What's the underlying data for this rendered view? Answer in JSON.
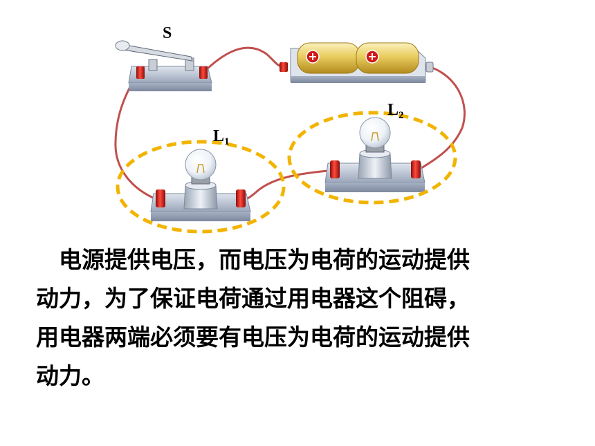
{
  "labels": {
    "switch": "S",
    "lamp1": "L",
    "lamp1_sub": "1",
    "lamp2": "L",
    "lamp2_sub": "2"
  },
  "icons": [
    "knife-switch-icon",
    "battery-icon",
    "bulb-icon",
    "terminal-post-icon",
    "wire-icon",
    "dashed-ellipse-icon"
  ],
  "colors": {
    "wire": "#c0504d",
    "highlight": "#f2b400",
    "terminal": "#d11a1a",
    "battery": "#e8c95a",
    "base": "#b9c3d4"
  },
  "text": {
    "line1": "　电源提供电压，而电压为电荷的运动提供",
    "line2": "动力，为了保证电荷通过用电器这个阻碍，",
    "line3": "用电器两端必须要有电压为电荷的运动提供",
    "line4": "动力。"
  }
}
